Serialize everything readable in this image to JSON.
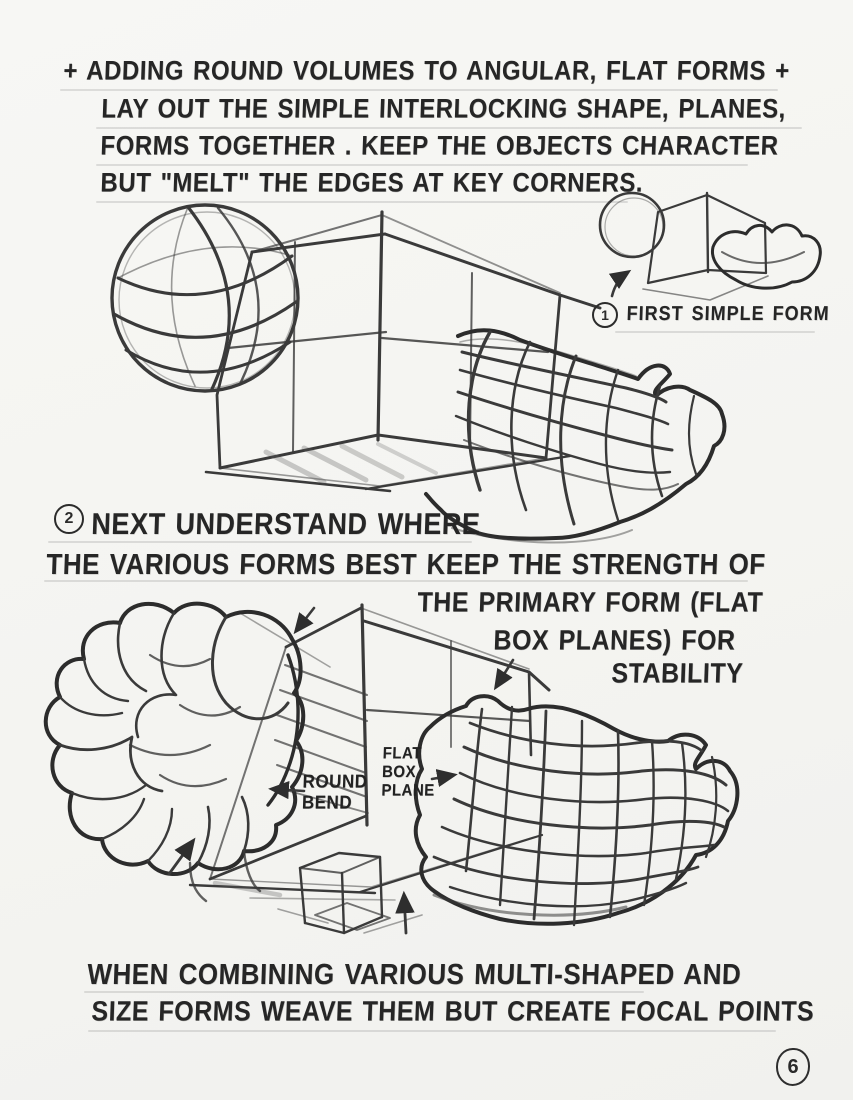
{
  "page": {
    "paper_color": "#f5f4f1",
    "ink_color": "#2b2b2b",
    "page_number": "6"
  },
  "header": {
    "line1": "+ ADDING ROUND VOLUMES TO ANGULAR, FLAT FORMS +",
    "line2": "LAY OUT THE SIMPLE INTERLOCKING SHAPE, PLANES,",
    "line3": "FORMS TOGETHER . KEEP THE OBJECTS CHARACTER",
    "line4": "BUT \"MELT\" THE EDGES AT KEY CORNERS."
  },
  "figure1": {
    "step_number": "1",
    "caption": "FIRST SIMPLE FORM"
  },
  "section2": {
    "step_number": "2",
    "line1": "NEXT UNDERSTAND WHERE",
    "line2": "THE VARIOUS FORMS BEST KEEP THE STRENGTH OF",
    "line3": "THE PRIMARY FORM (FLAT",
    "line4": "BOX PLANES) FOR",
    "line5": "STABILITY"
  },
  "figure2": {
    "round_bend_label": "ROUND\nBEND",
    "flat_box_plane_label": "FLAT\nBOX\nPLANE"
  },
  "footer": {
    "line1": "WHEN COMBINING VARIOUS MULTI-SHAPED AND",
    "line2": "SIZE FORMS WEAVE THEM BUT CREATE FOCAL POINTS"
  }
}
